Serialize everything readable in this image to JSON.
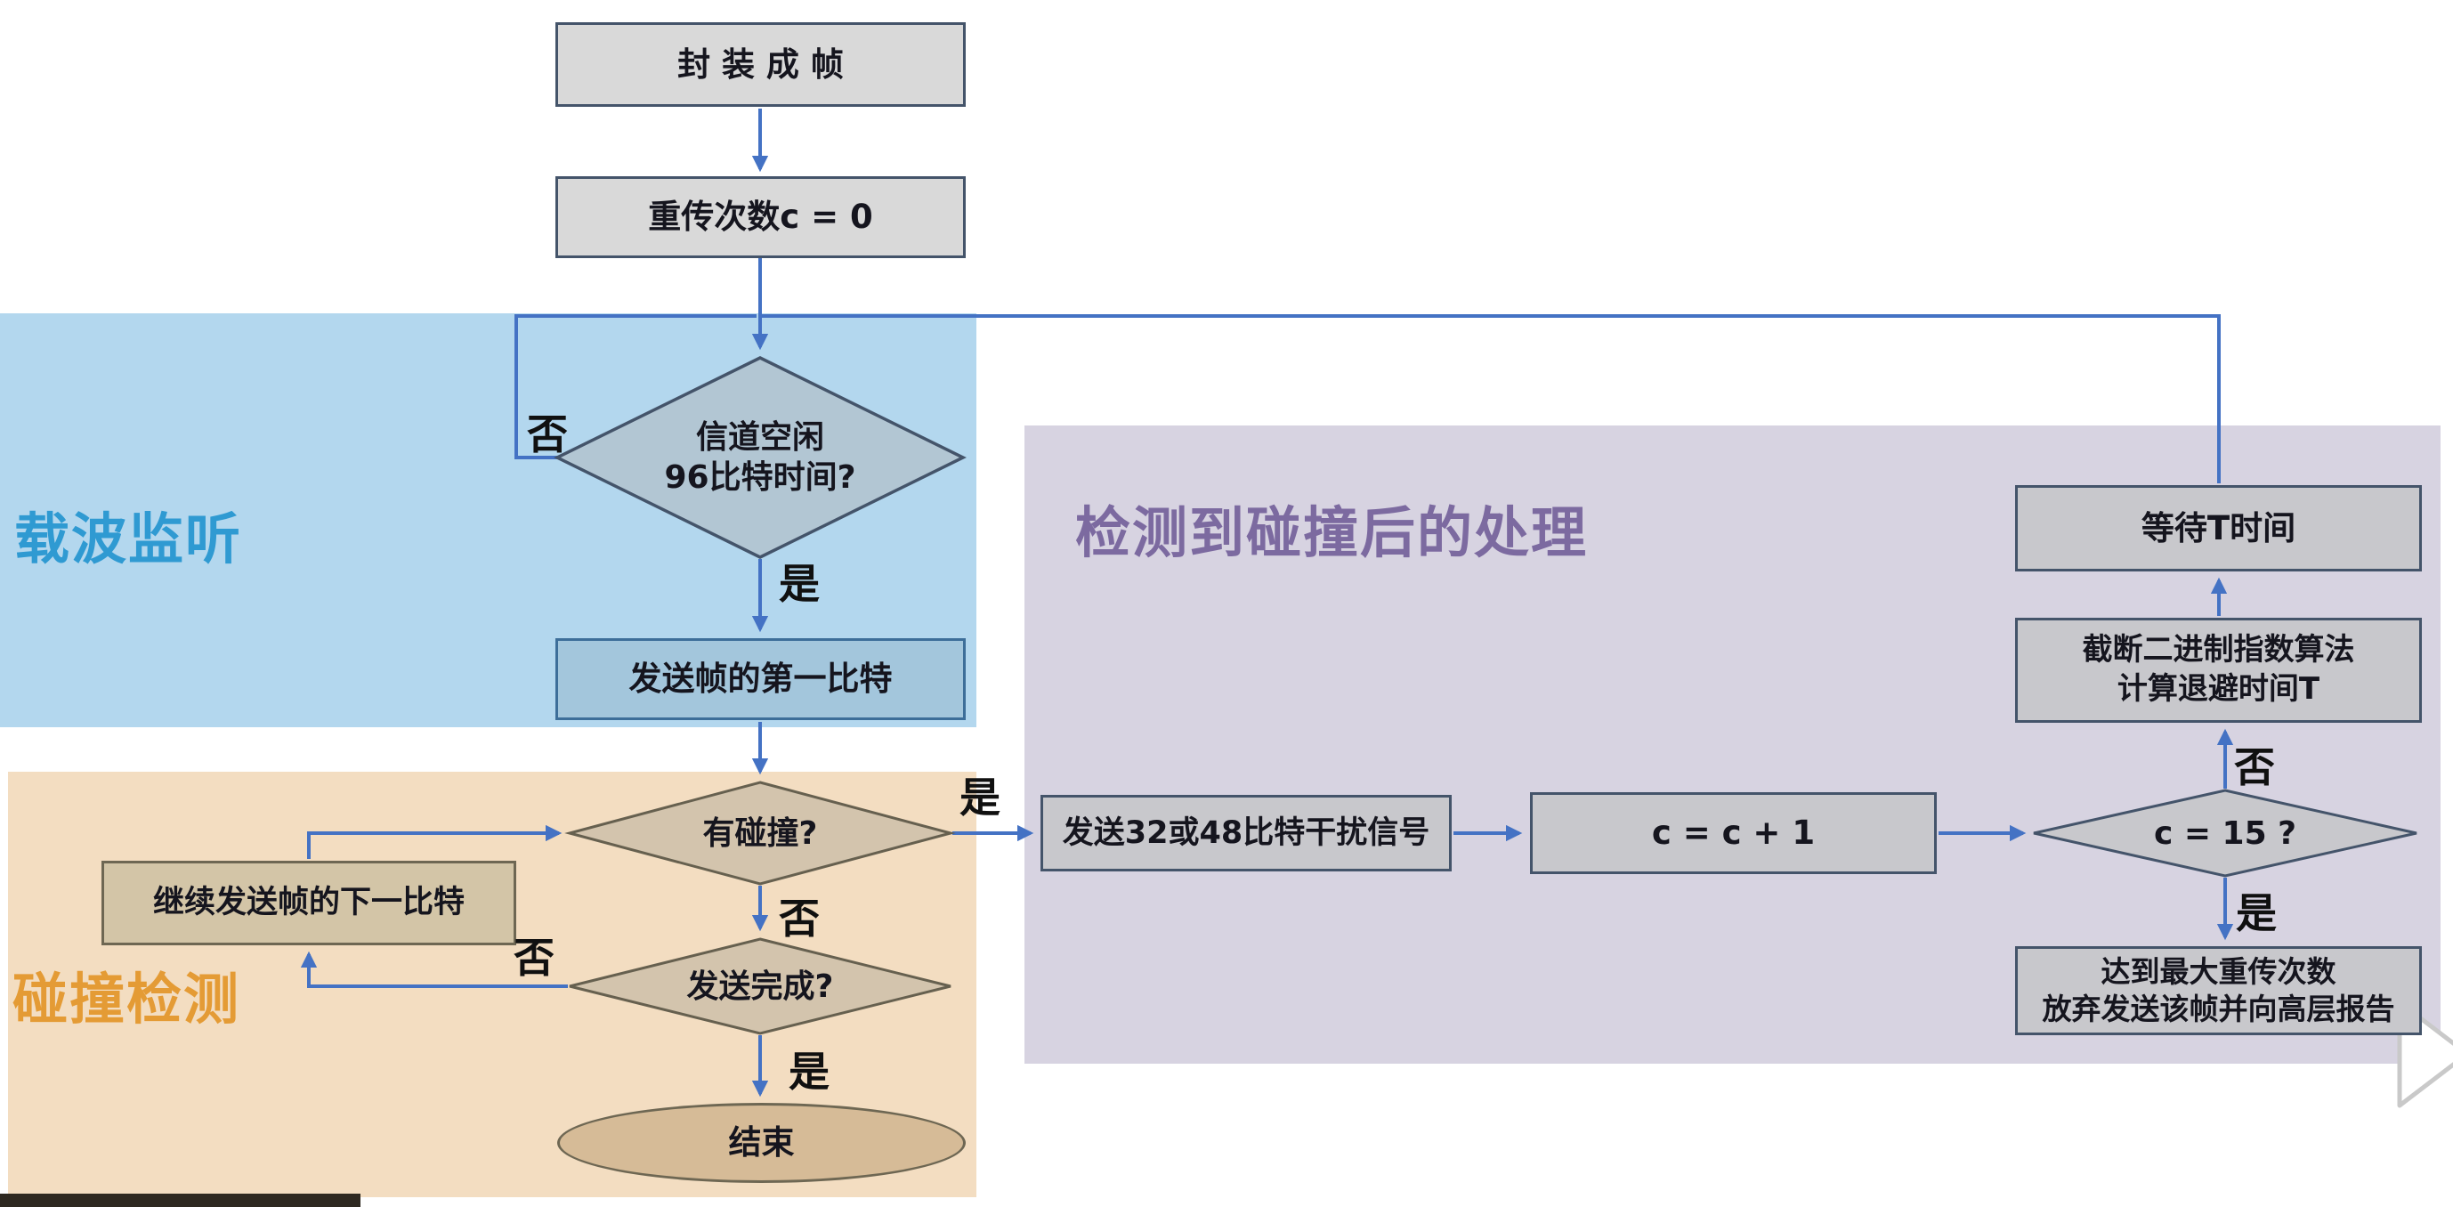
{
  "regions": {
    "carrier_sense": {
      "label": "载波监听",
      "text_color": "#2f9ad2",
      "bg": "#b3d7ee"
    },
    "collision_detect": {
      "label": "碰撞检测",
      "text_color": "#e49b35",
      "bg": "#f3ddc1"
    },
    "collision_handle": {
      "label": "检测到碰撞后的处理",
      "text_color": "#7c6aa0",
      "bg": "#d7d3e1"
    }
  },
  "nodes": {
    "encapsulate": {
      "label": "封 装 成 帧"
    },
    "retry_init": {
      "label": "重传次数c = 0"
    },
    "channel_idle": {
      "line1": "信道空闲",
      "line2": "96比特时间?"
    },
    "send_first_bit": {
      "label": "发送帧的第一比特"
    },
    "collision_check": {
      "label": "有碰撞?"
    },
    "continue_send": {
      "label": "继续发送帧的下一比特"
    },
    "send_done": {
      "label": "发送完成?"
    },
    "end": {
      "label": "结束"
    },
    "jam_signal": {
      "label": "发送32或48比特干扰信号"
    },
    "increment_c": {
      "label": "c = c + 1"
    },
    "c_limit": {
      "label": "c = 15 ?"
    },
    "backoff": {
      "line1": "截断二进制指数算法",
      "line2": "计算退避时间T"
    },
    "wait_t": {
      "label": "等待T时间"
    },
    "give_up": {
      "line1": "达到最大重传次数",
      "line2": "放弃发送该帧并向高层报告"
    }
  },
  "edge_labels": {
    "yes": "是",
    "no": "否"
  },
  "style": {
    "arrow_color": "#4472c4",
    "node_border": "#44546a"
  }
}
